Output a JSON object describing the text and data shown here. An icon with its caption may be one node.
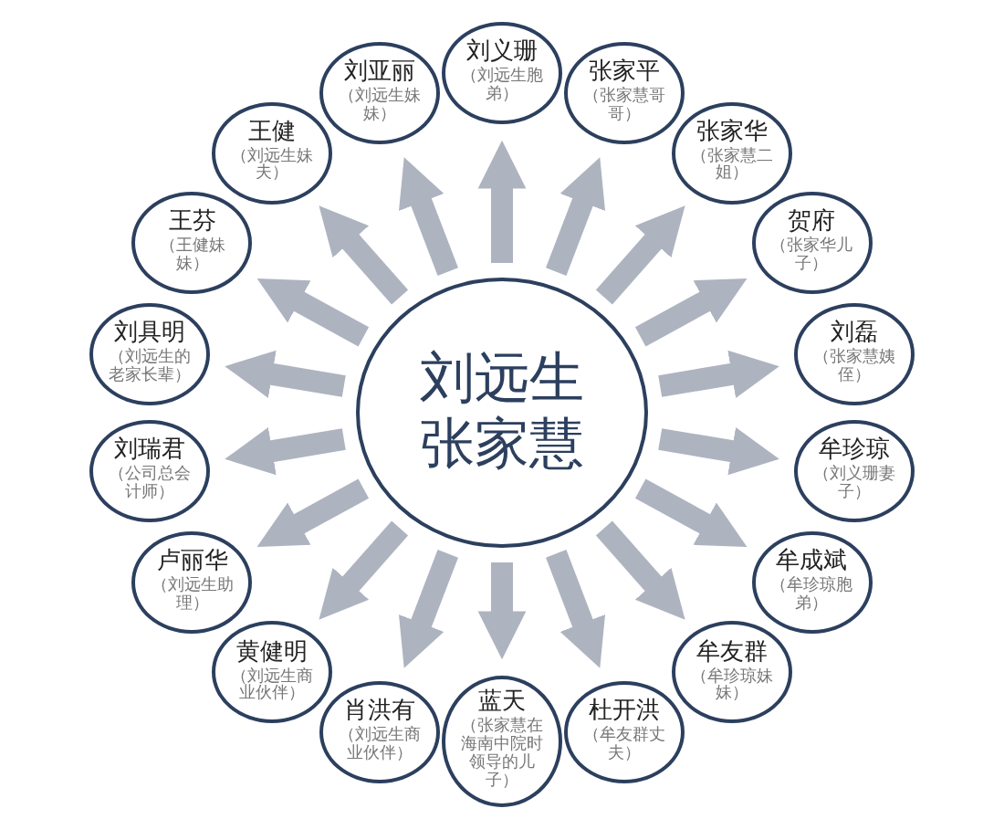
{
  "diagram": {
    "nodes": [
      {
        "text": [
          "刘远生",
          "张家慧"
        ]
      },
      {
        "text": [
          "刘亚丽",
          "（刘远生妹妹）"
        ]
      },
      {
        "text": [
          "刘义珊",
          "（刘远生胞弟）"
        ]
      },
      {
        "text": [
          "张家平",
          "（张家慧哥哥）"
        ]
      },
      {
        "text": [
          "张家华",
          "（张家慧二姐）"
        ]
      },
      {
        "text": [
          "贺府",
          "（张家华儿子）"
        ]
      },
      {
        "text": [
          "刘磊",
          "（张家慧姨侄）"
        ]
      },
      {
        "text": [
          "牟珍琼",
          "（刘义珊妻子）"
        ]
      },
      {
        "text": [
          "牟成斌",
          "（牟珍琼胞弟）"
        ]
      },
      {
        "text": [
          "牟友群",
          "（牟珍琼妹妹）"
        ]
      },
      {
        "text": [
          "杜开洪",
          "（牟友群丈夫）"
        ]
      },
      {
        "text": [
          "蓝天",
          "（张家慧在海南中院时领导的儿子）"
        ]
      },
      {
        "text": [
          "肖洪有",
          "（刘远生商业伙伴）"
        ]
      },
      {
        "text": [
          "黄健明",
          "（刘远生商业伙伴）"
        ]
      },
      {
        "text": [
          "卢丽华",
          "（刘远生助理）"
        ]
      },
      {
        "text": [
          "刘瑞君",
          "（公司总会计师）"
        ]
      },
      {
        "text": [
          "刘具明",
          "（刘远生的老家长辈）"
        ]
      },
      {
        "text": [
          "王芬",
          "（王健妹妹）"
        ]
      },
      {
        "text": [
          "王健",
          "（刘远生妹夫）"
        ]
      }
    ],
    "edges": [
      {
        "from": 0,
        "to": 1,
        "arrow": "to"
      },
      {
        "from": 0,
        "to": 2,
        "arrow": "to"
      },
      {
        "from": 0,
        "to": 3,
        "arrow": "to"
      },
      {
        "from": 0,
        "to": 4,
        "arrow": "to"
      },
      {
        "from": 0,
        "to": 5,
        "arrow": "to"
      },
      {
        "from": 0,
        "to": 6,
        "arrow": "to"
      },
      {
        "from": 0,
        "to": 7,
        "arrow": "to"
      },
      {
        "from": 0,
        "to": 8,
        "arrow": "to"
      },
      {
        "from": 0,
        "to": 9,
        "arrow": "to"
      },
      {
        "from": 0,
        "to": 10,
        "arrow": "to"
      },
      {
        "from": 0,
        "to": 11,
        "arrow": "to"
      },
      {
        "from": 0,
        "to": 12,
        "arrow": "to"
      },
      {
        "from": 0,
        "to": 13,
        "arrow": "to"
      },
      {
        "from": 0,
        "to": 14,
        "arrow": "to"
      },
      {
        "from": 0,
        "to": 15,
        "arrow": "to"
      },
      {
        "from": 0,
        "to": 16,
        "arrow": "to"
      },
      {
        "from": 0,
        "to": 17,
        "arrow": "to"
      },
      {
        "from": 0,
        "to": 18,
        "arrow": "to"
      }
    ]
  }
}
